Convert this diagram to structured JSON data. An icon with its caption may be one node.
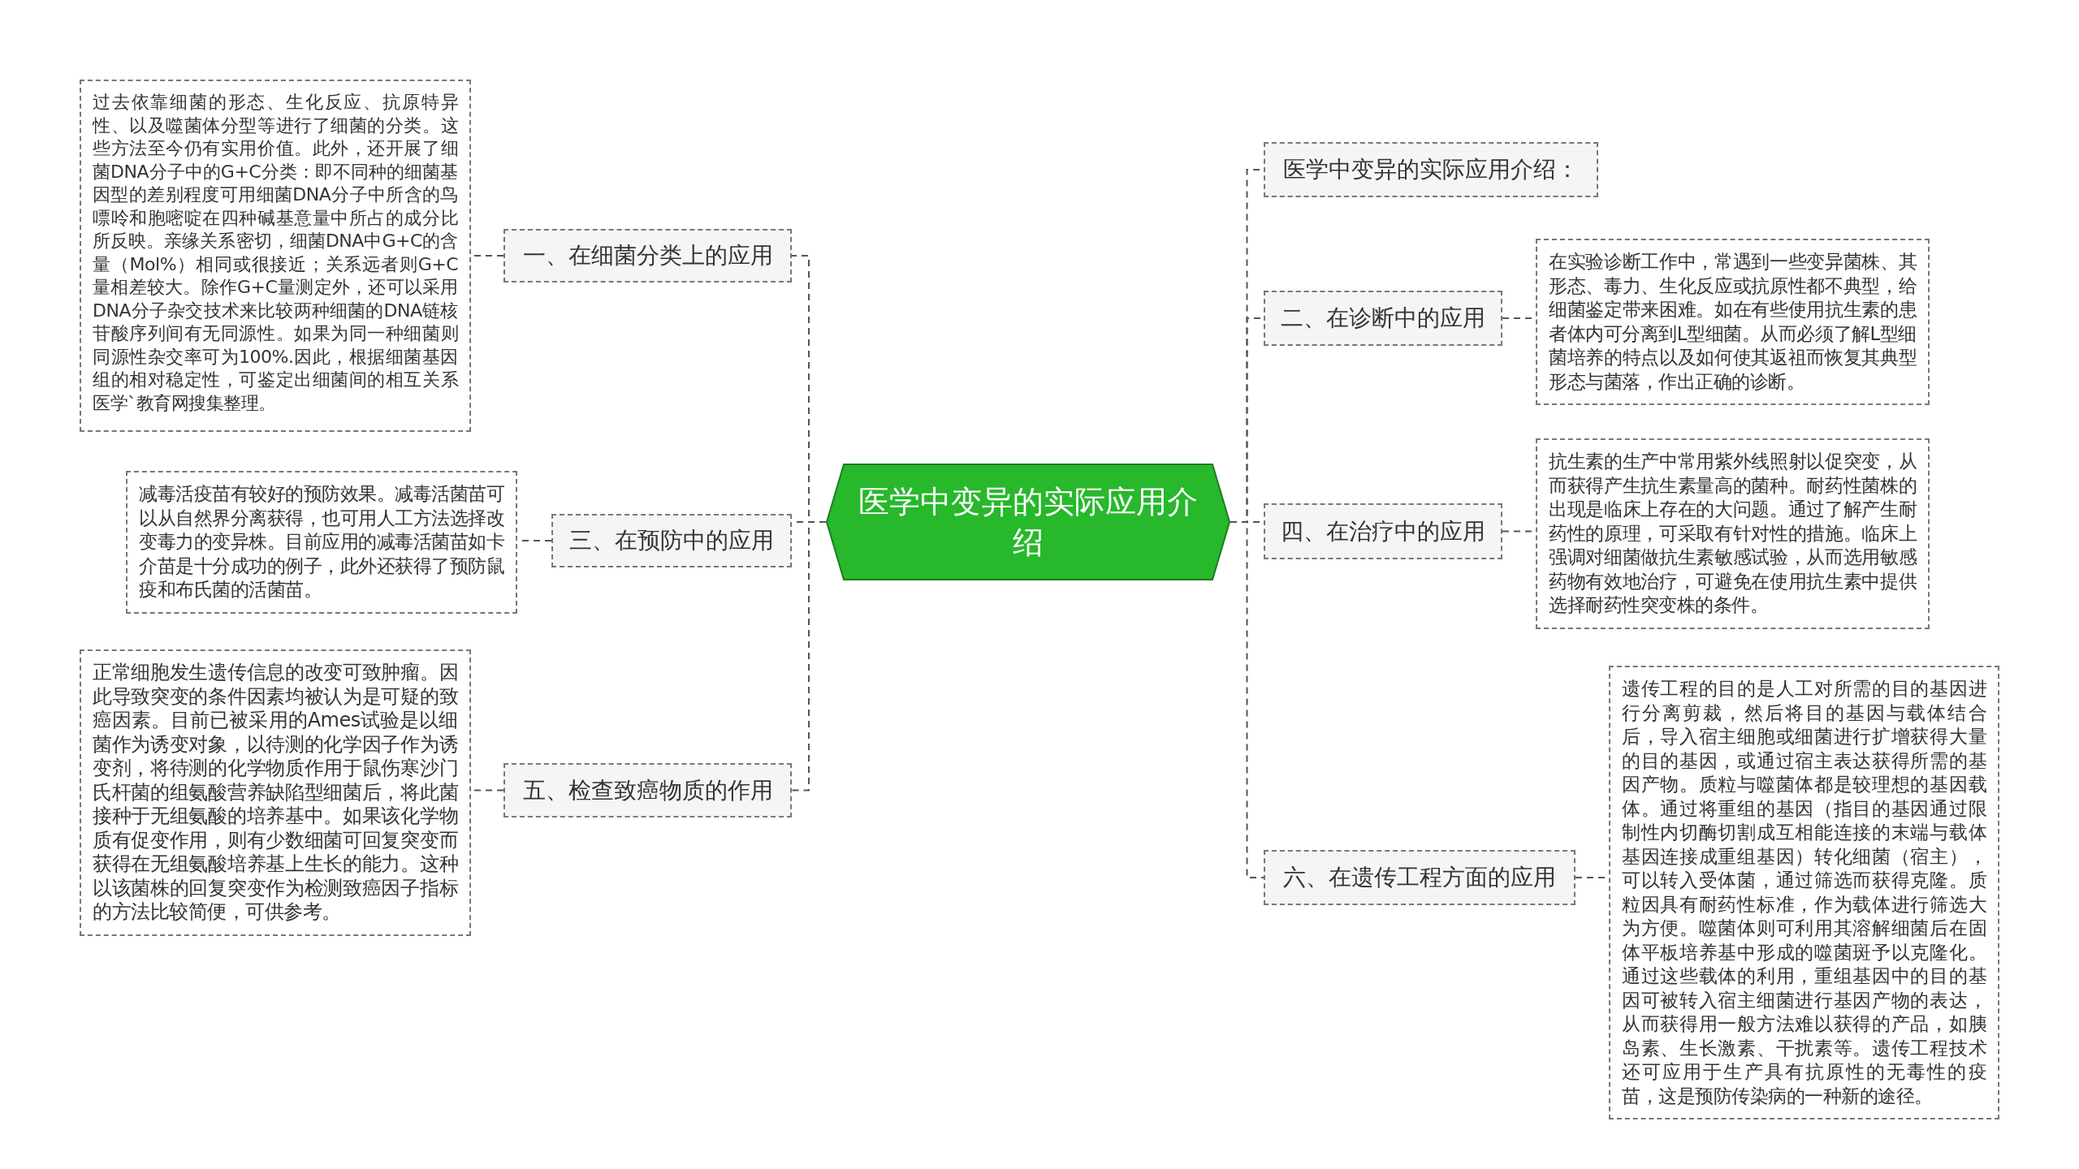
{
  "diagram": {
    "nodes": [
      {
        "text": [
          "医学中变异的实际应用介绍"
        ]
      },
      {
        "text": [
          "一、在细菌分类上的应用"
        ]
      },
      {
        "text": [
          "过去依靠细菌的形态、生化反应、抗原特异性、以及噬菌体分型等进行了细菌的分类。这些方法至今仍有实用价值。此外，还开展了细菌DNA分子中的G+C分类：即不同种的细菌基因型的差别程度可用细菌DNA分子中所含的鸟嘌呤和胞嘧啶在四种碱基意量中所占的成分比所反映。亲缘关系密切，细菌DNA中G+C的含量（Mol%）相同或很接近；关系远者则G+C量相差较大。除作G+C量测定外，还可以采用DNA分子杂交技术来比较两种细菌的DNA链核苷酸序列间有无同源性。如果为同一种细菌则同源性杂交率可为100%.因此，根据细菌基因组的相对稳定性，可鉴定出细菌间的相互关系医学`教育网搜集整理。"
        ]
      },
      {
        "text": [
          "三、在预防中的应用"
        ]
      },
      {
        "text": [
          "减毒活疫苗有较好的预防效果。减毒活菌苗可以从自然界分离获得，也可用人工方法选择改变毒力的变异株。目前应用的减毒活菌苗如卡介苗是十分成功的例子，此外还获得了预防鼠疫和布氏菌的活菌苗。"
        ]
      },
      {
        "text": [
          "五、检查致癌物质的作用"
        ]
      },
      {
        "text": [
          "正常细胞发生遗传信息的改变可致肿瘤。因此导致突变的条件因素均被认为是可疑的致癌因素。目前已被采用的Ames试验是以细菌作为诱变对象，以待测的化学因子作为诱变剂，将待测的化学物质作用于鼠伤寒沙门氏杆菌的组氨酸营养缺陷型细菌后，将此菌接种于无组氨酸的培养基中。如果该化学物质有促变作用，则有少数细菌可回复突变而获得在无组氨酸培养基上生长的能力。这种以该菌株的回复突变作为检测致癌因子指标的方法比较简便，可供参考。"
        ]
      },
      {
        "text": [
          "医学中变异的实际应用介绍："
        ]
      },
      {
        "text": [
          "二、在诊断中的应用"
        ]
      },
      {
        "text": [
          "在实验诊断工作中，常遇到一些变异菌株、其形态、毒力、生化反应或抗原性都不典型，给细菌鉴定带来困难。如在有些使用抗生素的患者体内可分离到L型细菌。从而必须了解L型细菌培养的特点以及如何使其返祖而恢复其典型形态与菌落，作出正确的诊断。"
        ]
      },
      {
        "text": [
          "四、在治疗中的应用"
        ]
      },
      {
        "text": [
          "抗生素的生产中常用紫外线照射以促突变，从而获得产生抗生素量高的菌种。耐药性菌株的出现是临床上存在的大问题。通过了解产生耐药性的原理，可采取有针对性的措施。临床上强调对细菌做抗生素敏感试验，从而选用敏感药物有效地治疗，可避免在使用抗生素中提供选择耐药性突变株的条件。"
        ]
      },
      {
        "text": [
          "六、在遗传工程方面的应用"
        ]
      },
      {
        "text": [
          "遗传工程的目的是人工对所需的目的基因进行分离剪裁，然后将目的基因与载体结合后，导入宿主细胞或细菌进行扩增获得大量的目的基因，或通过宿主表达获得所需的基因产物。质粒与噬菌体都是较理想的基因载体。通过将重组的基因（指目的基因通过限制性内切酶切割成互相能连接的末端与载体基因连接成重组基因）转化细菌（宿主），可以转入受体菌，通过筛选而获得克隆。质粒因具有耐药性标准，作为载体进行筛选大为方便。噬菌体则可利用其溶解细菌后在固体平板培养基中形成的噬菌斑予以克隆化。通过这些载体的利用，重组基因中的目的基因可被转入宿主细菌进行基因产物的表达，从而获得用一般方法难以获得的产品，如胰岛素、生长激素、干扰素等。遗传工程技术还可应用于生产具有抗原性的无毒性的疫苗，这是预防传染病的一种新的途径。"
        ]
      }
    ],
    "edges": [
      {
        "from": 0,
        "to": 1,
        "arrow": "none"
      },
      {
        "from": 1,
        "to": 2,
        "arrow": "none"
      },
      {
        "from": 0,
        "to": 3,
        "arrow": "none"
      },
      {
        "from": 3,
        "to": 4,
        "arrow": "none"
      },
      {
        "from": 0,
        "to": 5,
        "arrow": "none"
      },
      {
        "from": 5,
        "to": 6,
        "arrow": "none"
      },
      {
        "from": 0,
        "to": 7,
        "arrow": "none"
      },
      {
        "from": 0,
        "to": 8,
        "arrow": "none"
      },
      {
        "from": 8,
        "to": 9,
        "arrow": "none"
      },
      {
        "from": 0,
        "to": 10,
        "arrow": "none"
      },
      {
        "from": 10,
        "to": 11,
        "arrow": "none"
      },
      {
        "from": 0,
        "to": 12,
        "arrow": "none"
      },
      {
        "from": 12,
        "to": 13,
        "arrow": "none"
      }
    ]
  }
}
